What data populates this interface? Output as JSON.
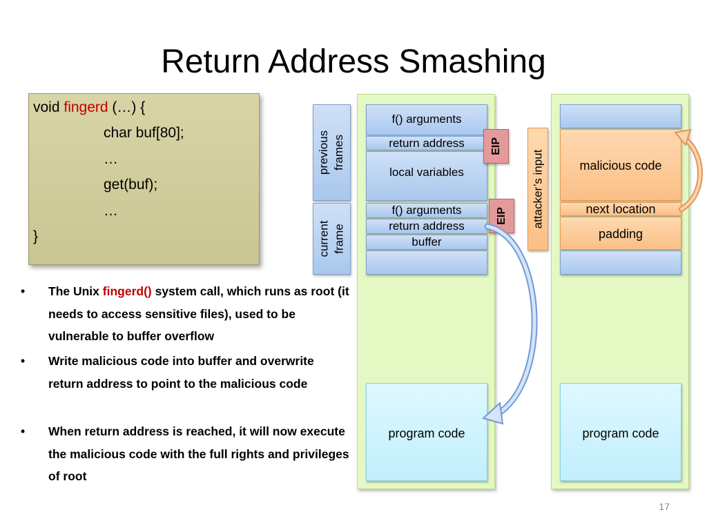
{
  "slide": {
    "title": "Return Address Smashing",
    "page_number": "17"
  },
  "code": {
    "line1_pre": "void ",
    "line1_fn": "fingerd",
    "line1_post": " (…) {",
    "line2": "char buf[80];",
    "line3": "…",
    "line4": "get(buf);",
    "line5": "…",
    "line6": "}"
  },
  "bullets": [
    {
      "dot": "•",
      "pre": "The Unix ",
      "highlight": "fingerd()",
      "post": " system call, which runs as root (it needs to access sensitive files), used to be vulnerable to buffer overflow"
    },
    {
      "dot": "•",
      "text": "Write malicious code into buffer and overwrite return address to point to the malicious code"
    },
    {
      "dot": "•",
      "text": "When return address is reached, it will now execute the malicious code with the full rights and privileges of root"
    }
  ],
  "diagram": {
    "left_stack": {
      "previous_frames_label": "previous frames",
      "current_frame_label": "current frame",
      "f_args_prev": "f() arguments",
      "return_address_prev": "return address",
      "local_variables": "local variables",
      "f_args_cur": "f() arguments",
      "return_address_cur": "return address",
      "buffer": "buffer",
      "program_code": "program code",
      "eip_top": "EIP",
      "eip_bottom": "EIP"
    },
    "right_stack": {
      "attackers_input_label": "attacker’s input",
      "malicious_code": "malicious code",
      "next_location": "next location",
      "padding": "padding",
      "program_code": "program code"
    }
  },
  "colors": {
    "accent_red": "#c00000",
    "stack_green": "#e4f8c4",
    "frame_blue": "#a9c8ee",
    "code_cyan": "#c1effc",
    "attack_orange": "#fbbf86",
    "eip_pink": "#e49a9a"
  }
}
